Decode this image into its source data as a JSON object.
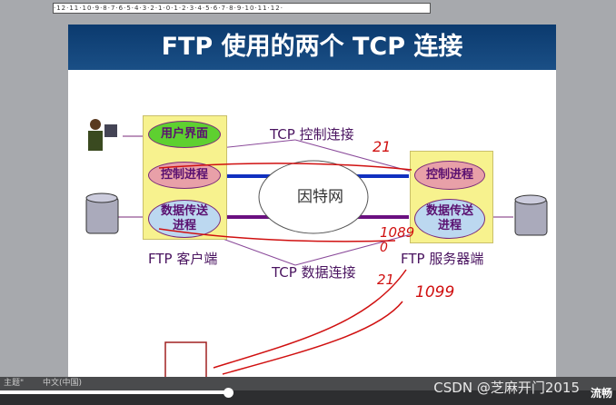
{
  "ruler": "·12·11·10·9·8·7·6·5·4·3·2·1·0·1·2·3·4·5·6·7·8·9·10·11·12·",
  "slide": {
    "title": "FTP 使用的两个 TCP 连接",
    "client": {
      "ui": "用户界面",
      "control": "控制进程",
      "data": "数据传送\n进程",
      "label": "FTP 客户端"
    },
    "server": {
      "control": "控制进程",
      "data": "数据传送\n进程",
      "label": "FTP 服务器端"
    },
    "internet": "因特网",
    "tcp_control": "TCP 控制连接",
    "tcp_data": "TCP 数据连接"
  },
  "annotations": [
    "21",
    "1089",
    "0",
    "21",
    "1099"
  ],
  "status": {
    "theme": "主题\"",
    "lang": "中文(中国)"
  },
  "watermark": "CSDN @芝麻开门2015",
  "quality": "流畅",
  "playback": {
    "progress": 0.37
  }
}
